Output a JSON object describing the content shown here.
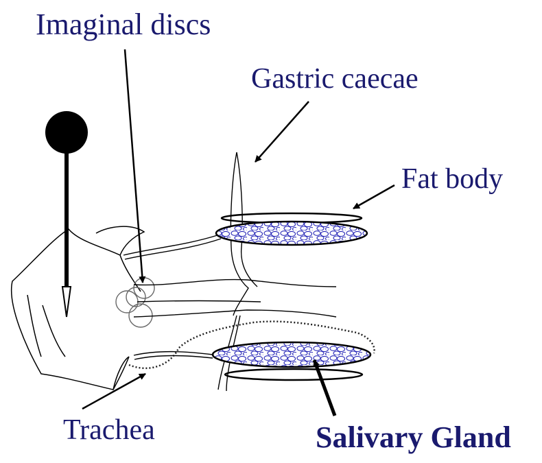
{
  "labels": {
    "imaginal_discs": "Imaginal discs",
    "gastric_caecae": "Gastric caecae",
    "fat_body": "Fat body",
    "trachea": "Trachea",
    "salivary_gland": "Salivary Gland"
  },
  "colors": {
    "label_text": "#1a1a6e",
    "gland_fill": "#2a2ab8",
    "outline": "#000000"
  },
  "icons": {
    "pin": "dissection-pin-icon"
  }
}
